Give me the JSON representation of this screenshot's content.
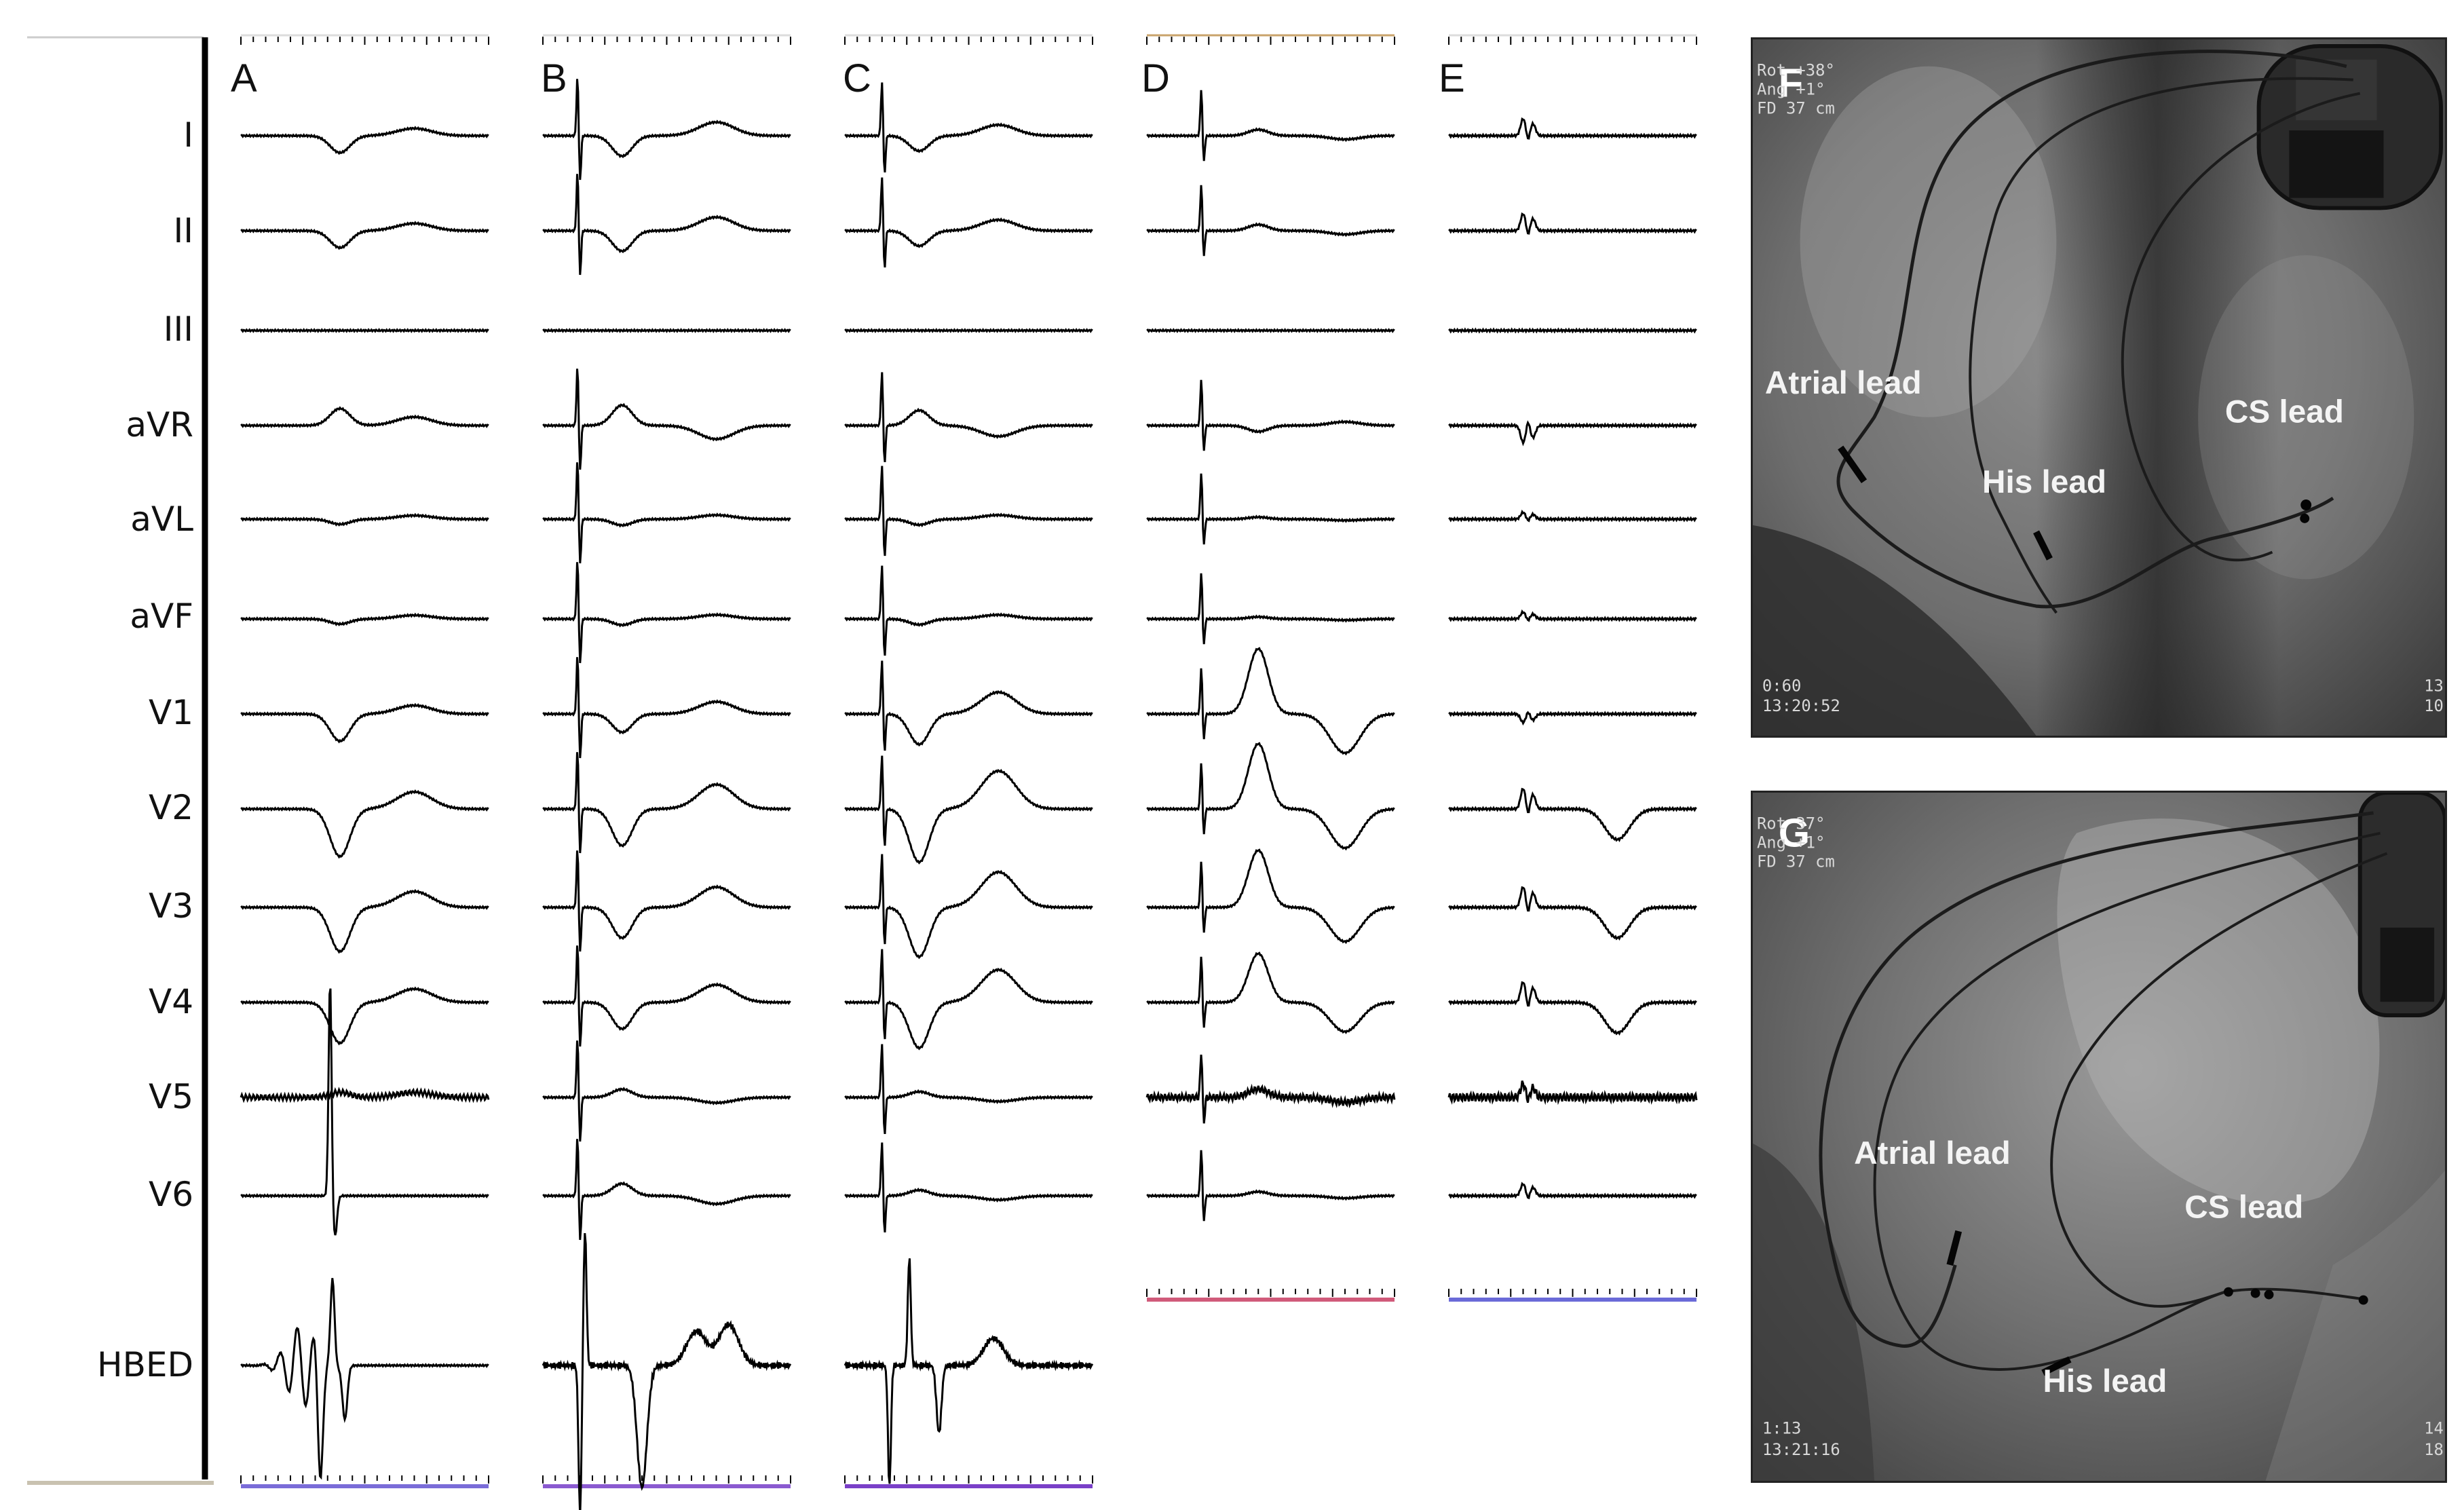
{
  "ecg": {
    "panels": [
      "A",
      "B",
      "C",
      "D",
      "E"
    ],
    "leads": [
      "I",
      "II",
      "III",
      "aVR",
      "aVL",
      "aVF",
      "V1",
      "V2",
      "V3",
      "V4",
      "V5",
      "V6",
      "HBED"
    ]
  },
  "fluoro_f": {
    "letter": "F",
    "meta_tl": [
      "Rot +38°",
      "Ang +1°",
      "FD 37 cm"
    ],
    "meta_bl": [
      "0:60",
      "13:20:52"
    ],
    "meta_br": [
      "13",
      "10"
    ],
    "labels": {
      "atrial": "Atrial lead",
      "his": "His lead",
      "cs": "CS lead"
    }
  },
  "fluoro_g": {
    "letter": "G",
    "meta_tl": [
      "Rot 37°",
      "Ang +1°",
      "FD 37 cm"
    ],
    "meta_bl": [
      "1:13",
      "13:21:16"
    ],
    "meta_br": [
      "14",
      "18"
    ],
    "labels": {
      "atrial": "Atrial lead",
      "his": "His lead",
      "cs": "CS lead"
    }
  }
}
